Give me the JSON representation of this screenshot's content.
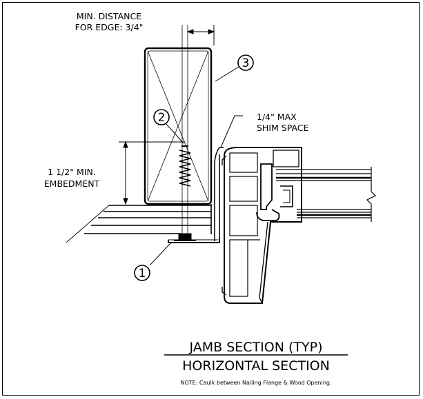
{
  "labels": {
    "edge_line1": "MIN. DISTANCE",
    "edge_line2": "FOR EDGE: 3/4\"",
    "shim_line1": "1/4\" MAX",
    "shim_line2": "SHIM SPACE",
    "embed_line1": "1 1/2\" MIN.",
    "embed_line2": "EMBEDMENT"
  },
  "callouts": {
    "c1": "1",
    "c2": "2",
    "c3": "3"
  },
  "titles": {
    "main": "JAMB SECTION (TYP)",
    "sub": "HORIZONTAL SECTION",
    "note": "NOTE: Caulk between Nailing Flange & Wood Opening."
  },
  "colors": {
    "line": "#000000",
    "background": "#ffffff"
  }
}
